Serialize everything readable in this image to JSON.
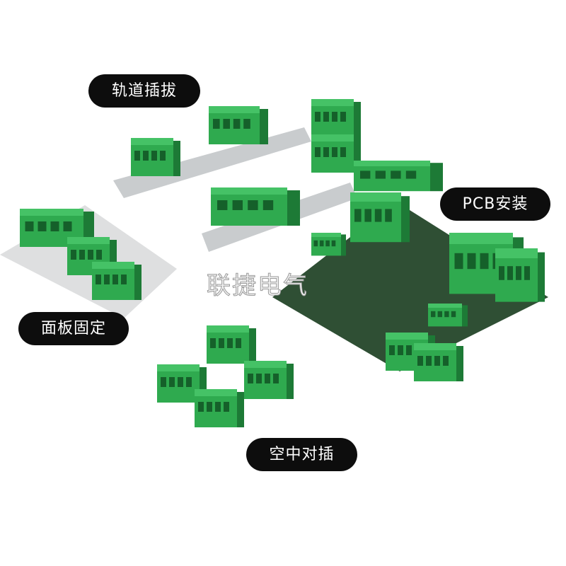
{
  "labels": {
    "rail": "轨道插拔",
    "pcb": "PCB安装",
    "panel": "面板固定",
    "air": "空中对插"
  },
  "watermark": "联捷电气",
  "colors": {
    "connector": "#2faa4f",
    "connector_dark": "#1d7a36",
    "pcb": "#2f4f34",
    "rail": "#c9ccce",
    "panel": "#dedfe0",
    "pill": "#0d0d0d"
  }
}
